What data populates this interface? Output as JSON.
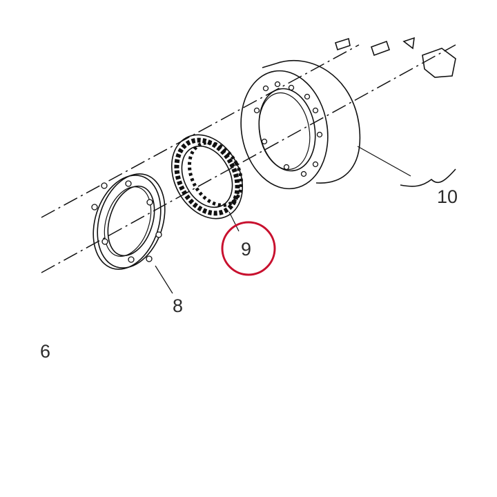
{
  "labels": {
    "ring_flange": "8",
    "sprag_clutch": "9",
    "housing": "10",
    "page_number": "6"
  },
  "highlight": {
    "target": "9",
    "color": "#c8102e"
  }
}
